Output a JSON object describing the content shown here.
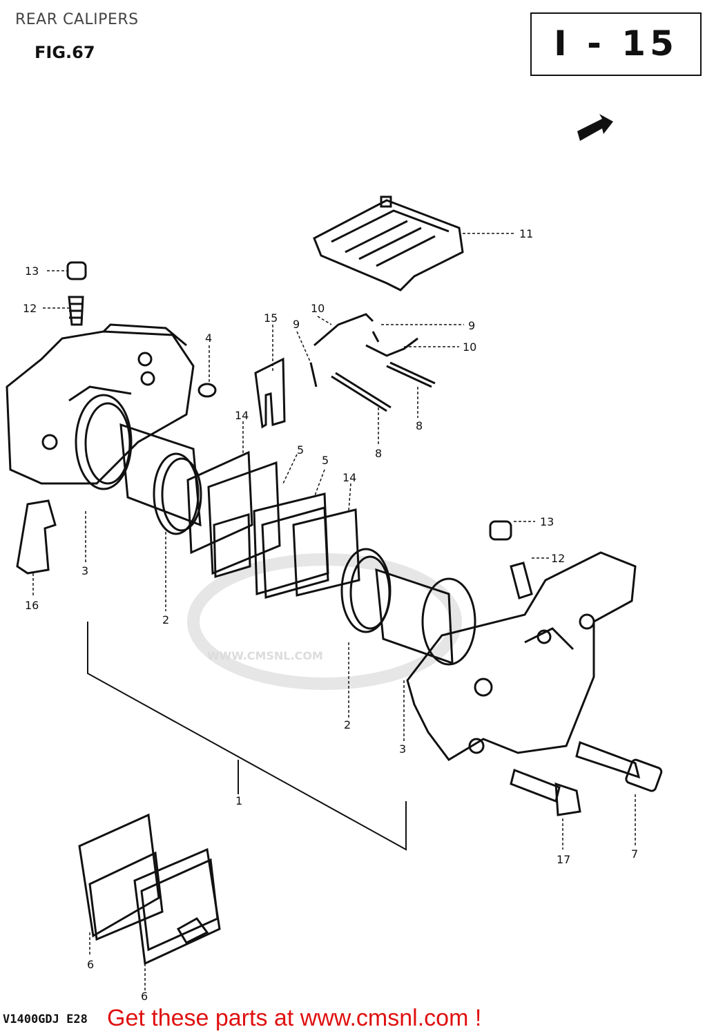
{
  "header": {
    "title": "REAR CALIPERS",
    "figure": "FIG.67",
    "page_code": "I - 15"
  },
  "footer": {
    "model": "V1400GDJ E28",
    "promo": "Get these parts at www.cmsnl.com !"
  },
  "watermark": {
    "text": "WWW.CMSNL.COM"
  },
  "callouts": [
    {
      "id": "c1",
      "num": "1"
    },
    {
      "id": "c2a",
      "num": "2"
    },
    {
      "id": "c2b",
      "num": "2"
    },
    {
      "id": "c3a",
      "num": "3"
    },
    {
      "id": "c3b",
      "num": "3"
    },
    {
      "id": "c4",
      "num": "4"
    },
    {
      "id": "c5a",
      "num": "5"
    },
    {
      "id": "c5b",
      "num": "5"
    },
    {
      "id": "c6a",
      "num": "6"
    },
    {
      "id": "c6b",
      "num": "6"
    },
    {
      "id": "c7",
      "num": "7"
    },
    {
      "id": "c8a",
      "num": "8"
    },
    {
      "id": "c8b",
      "num": "8"
    },
    {
      "id": "c9a",
      "num": "9"
    },
    {
      "id": "c9b",
      "num": "9"
    },
    {
      "id": "c10a",
      "num": "10"
    },
    {
      "id": "c10b",
      "num": "10"
    },
    {
      "id": "c11",
      "num": "11"
    },
    {
      "id": "c12a",
      "num": "12"
    },
    {
      "id": "c12b",
      "num": "12"
    },
    {
      "id": "c13a",
      "num": "13"
    },
    {
      "id": "c13b",
      "num": "13"
    },
    {
      "id": "c14a",
      "num": "14"
    },
    {
      "id": "c14b",
      "num": "14"
    },
    {
      "id": "c15",
      "num": "15"
    },
    {
      "id": "c16",
      "num": "16"
    },
    {
      "id": "c17",
      "num": "17"
    }
  ],
  "colors": {
    "promo": "#e01010",
    "ink": "#111111",
    "watermark": "#dcdcdc"
  }
}
